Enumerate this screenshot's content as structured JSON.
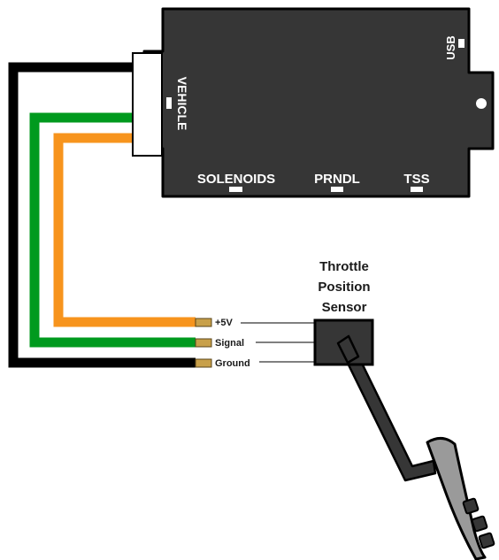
{
  "controller": {
    "vehicle_port_label": "VEHICLE",
    "usb_label": "USB",
    "solenoids_label": "SOLENOIDS",
    "prndl_label": "PRNDL",
    "tss_label": "TSS"
  },
  "sensor": {
    "title_line1": "Throttle",
    "title_line2": "Position",
    "title_line3": "Sensor"
  },
  "wires": [
    {
      "label": "+5V",
      "color": "#f7941d"
    },
    {
      "label": "Signal",
      "color": "#009a1e"
    },
    {
      "label": "Ground",
      "color": "#000000"
    }
  ],
  "colors": {
    "controller_body": "#363636",
    "connector_pin": "#c8a04a",
    "pedal": "#9a9a9a"
  }
}
